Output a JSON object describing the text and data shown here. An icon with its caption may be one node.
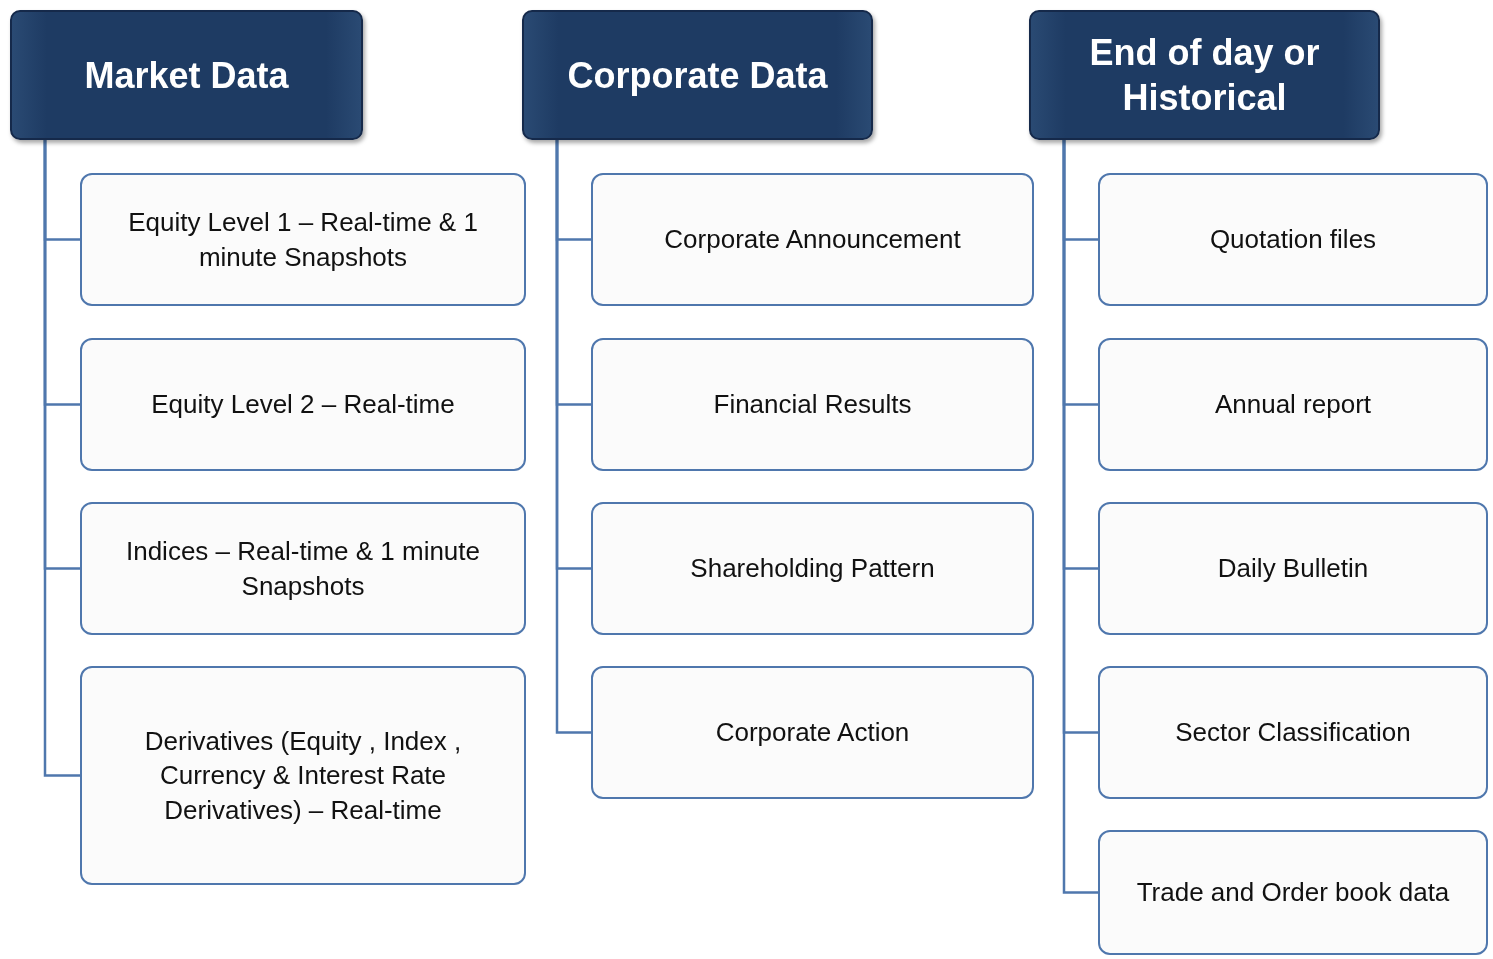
{
  "diagram": {
    "nodes": [
      {
        "text": [
          "Market Data"
        ]
      },
      {
        "text": [
          "Equity Level 1 – Real-time & 1 minute Snapshots"
        ]
      },
      {
        "text": [
          "Equity Level 2 – Real-time"
        ]
      },
      {
        "text": [
          "Indices – Real-time & 1 minute Snapshots"
        ]
      },
      {
        "text": [
          "Derivatives (Equity , Index , Currency & Interest Rate Derivatives) – Real-time"
        ]
      },
      {
        "text": [
          "Corporate Data"
        ]
      },
      {
        "text": [
          "Corporate Announcement"
        ]
      },
      {
        "text": [
          "Financial Results"
        ]
      },
      {
        "text": [
          "Shareholding  Pattern"
        ]
      },
      {
        "text": [
          "Corporate Action"
        ]
      },
      {
        "text": [
          "End of day or Historical"
        ]
      },
      {
        "text": [
          "Quotation files"
        ]
      },
      {
        "text": [
          "Annual report"
        ]
      },
      {
        "text": [
          "Daily Bulletin"
        ]
      },
      {
        "text": [
          "Sector Classification"
        ]
      },
      {
        "text": [
          "Trade and Order book data"
        ]
      }
    ],
    "edges": [
      {
        "from": 0,
        "to": 1,
        "arrow": "none"
      },
      {
        "from": 0,
        "to": 2,
        "arrow": "none"
      },
      {
        "from": 0,
        "to": 3,
        "arrow": "none"
      },
      {
        "from": 0,
        "to": 4,
        "arrow": "none"
      },
      {
        "from": 5,
        "to": 6,
        "arrow": "none"
      },
      {
        "from": 5,
        "to": 7,
        "arrow": "none"
      },
      {
        "from": 5,
        "to": 8,
        "arrow": "none"
      },
      {
        "from": 5,
        "to": 9,
        "arrow": "none"
      },
      {
        "from": 10,
        "to": 11,
        "arrow": "none"
      },
      {
        "from": 10,
        "to": 12,
        "arrow": "none"
      },
      {
        "from": 10,
        "to": 13,
        "arrow": "none"
      },
      {
        "from": 10,
        "to": 14,
        "arrow": "none"
      },
      {
        "from": 10,
        "to": 15,
        "arrow": "none"
      }
    ]
  }
}
